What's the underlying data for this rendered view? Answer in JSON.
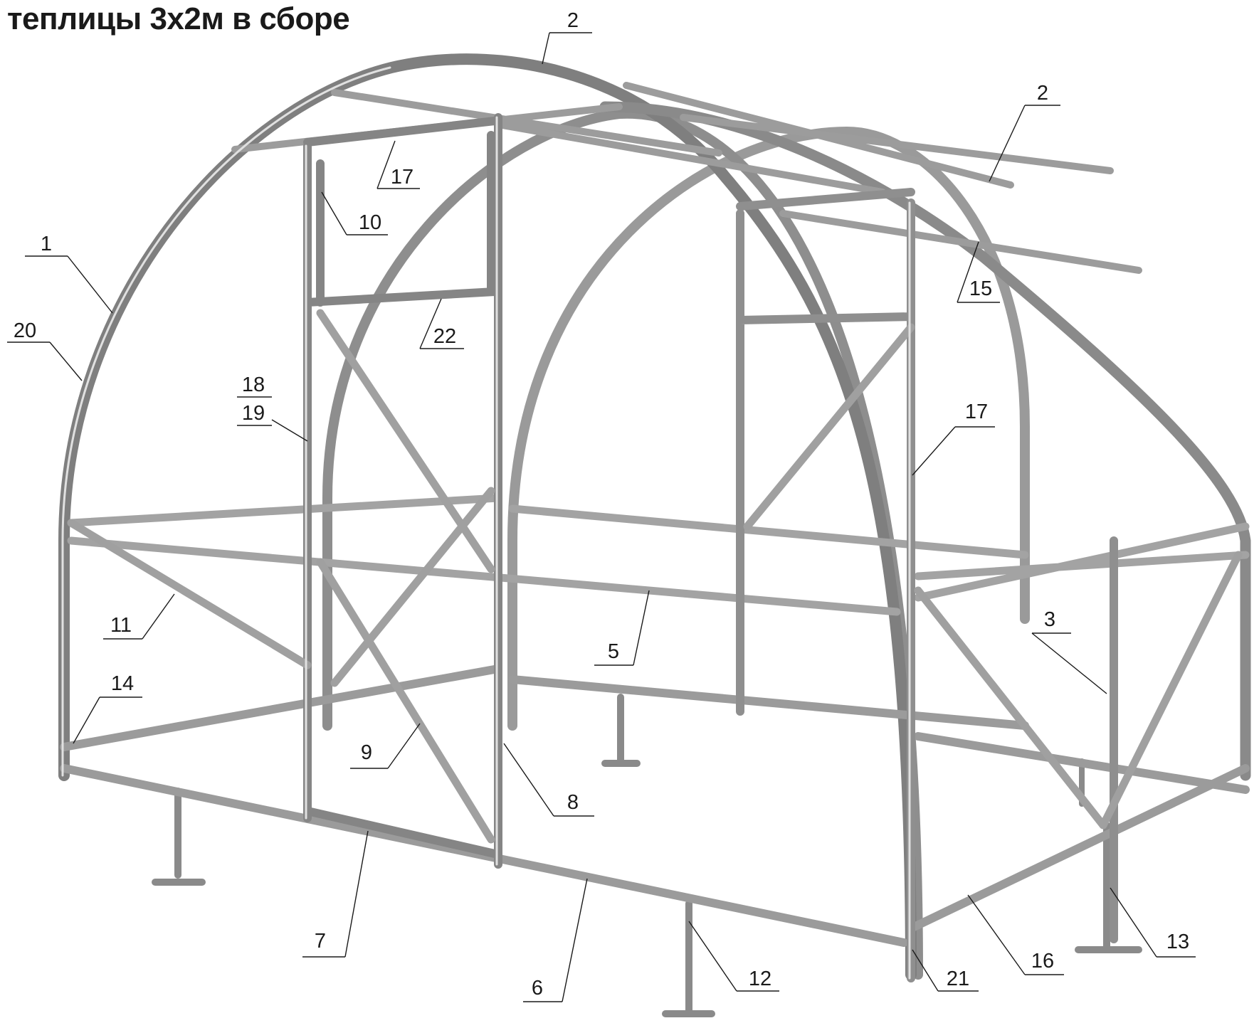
{
  "title": "теплицы 3х2м в сборе",
  "colors": {
    "frame_dark": "#8a8a8a",
    "frame_light": "#d9d9d9",
    "ink": "#1a1a1a",
    "background": "#ffffff"
  },
  "callouts": [
    {
      "id": "c2a",
      "label": "2"
    },
    {
      "id": "c2b",
      "label": "2"
    },
    {
      "id": "c17a",
      "label": "17"
    },
    {
      "id": "c10",
      "label": "10"
    },
    {
      "id": "c1",
      "label": "1"
    },
    {
      "id": "c20",
      "label": "20"
    },
    {
      "id": "c15",
      "label": "15"
    },
    {
      "id": "c22",
      "label": "22"
    },
    {
      "id": "c18",
      "label": "18"
    },
    {
      "id": "c19",
      "label": "19"
    },
    {
      "id": "c17b",
      "label": "17"
    },
    {
      "id": "c11",
      "label": "11"
    },
    {
      "id": "c5",
      "label": "5"
    },
    {
      "id": "c3",
      "label": "3"
    },
    {
      "id": "c14",
      "label": "14"
    },
    {
      "id": "c9",
      "label": "9"
    },
    {
      "id": "c8",
      "label": "8"
    },
    {
      "id": "c7",
      "label": "7"
    },
    {
      "id": "c6",
      "label": "6"
    },
    {
      "id": "c12",
      "label": "12"
    },
    {
      "id": "c21",
      "label": "21"
    },
    {
      "id": "c16",
      "label": "16"
    },
    {
      "id": "c13",
      "label": "13"
    }
  ]
}
